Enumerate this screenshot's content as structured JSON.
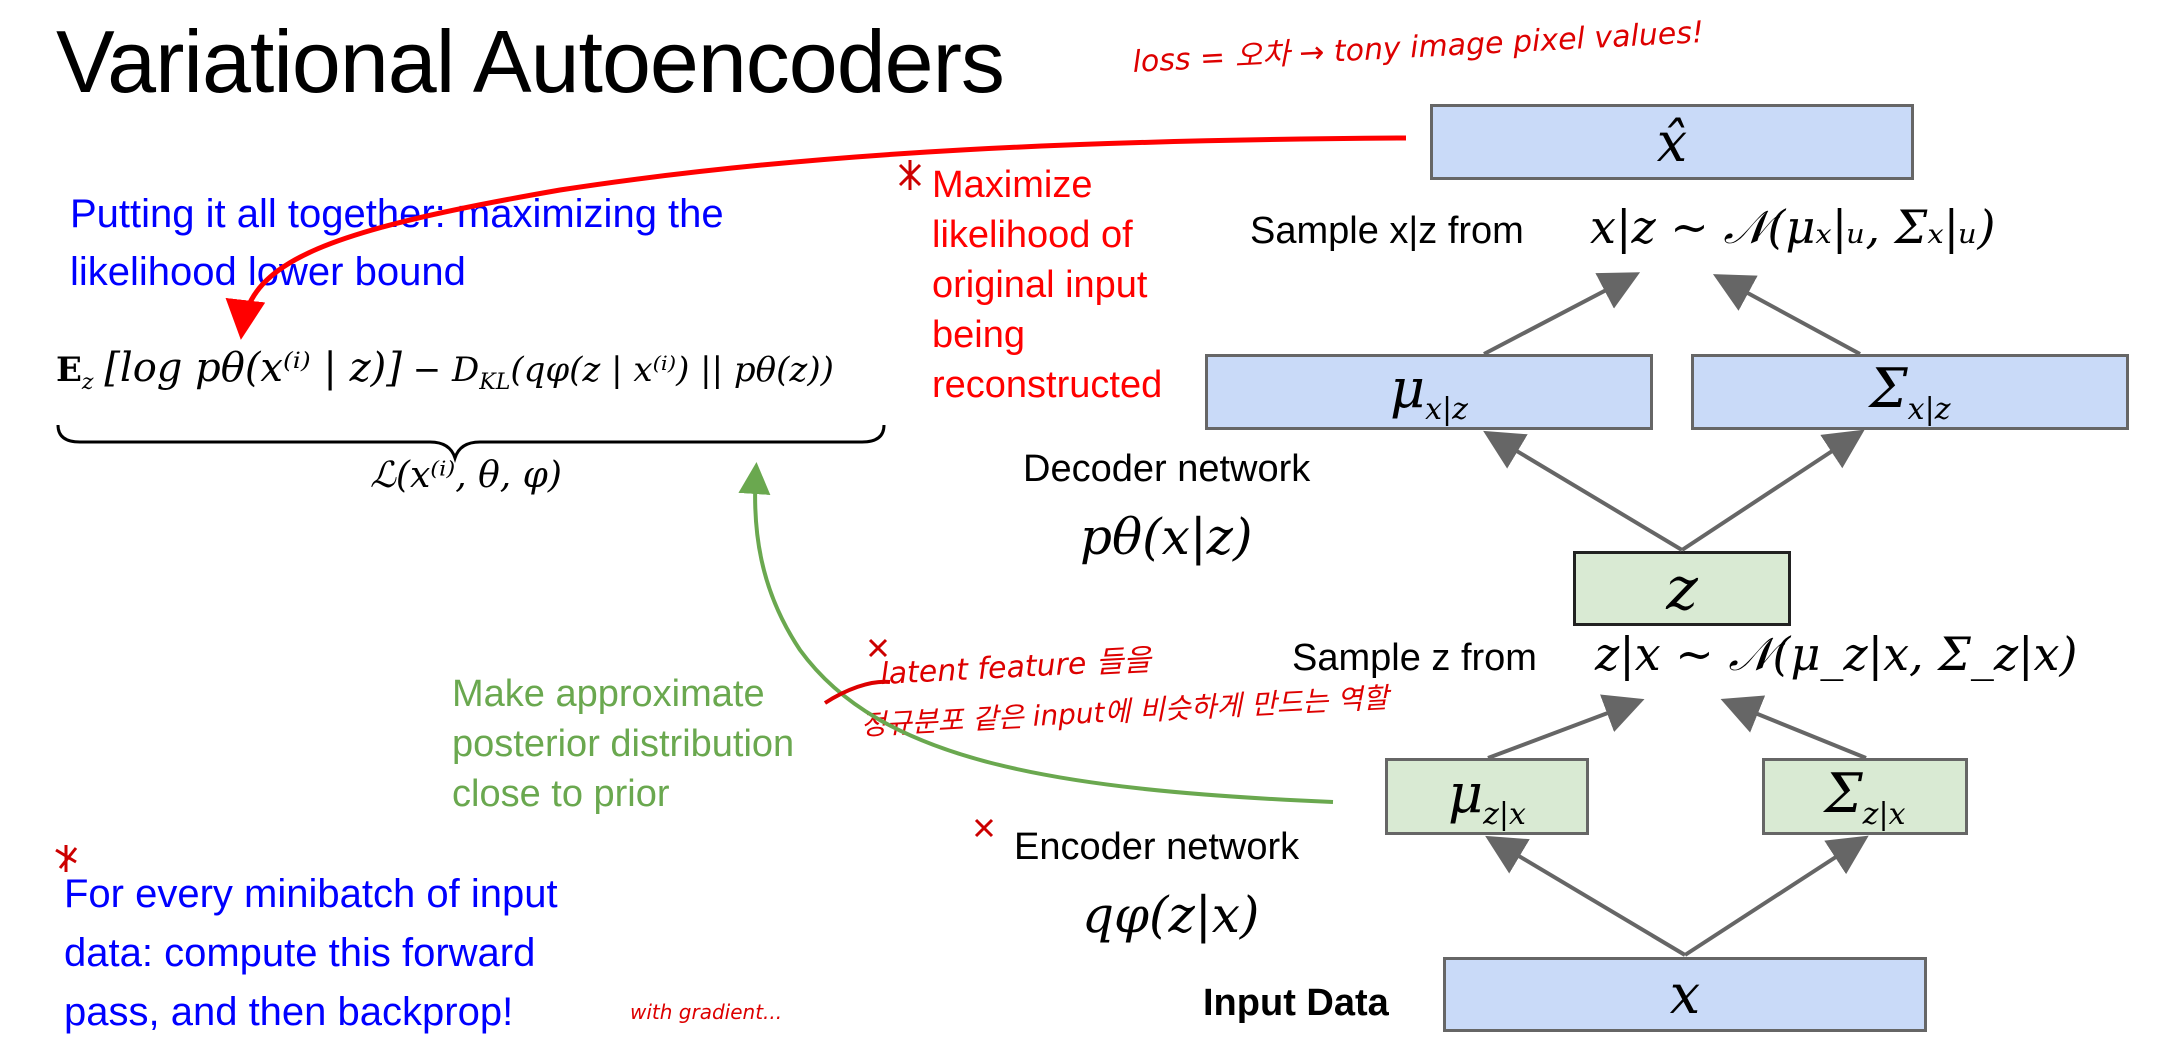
{
  "slide": {
    "title": "Variational Autoencoders",
    "intro": {
      "line1": "Putting it all together: maximizing the",
      "line2": "likelihood lower bound"
    },
    "formula": {
      "expectation": "E",
      "expectation_sub": "z",
      "bracket_term": "[log pθ(x⁽ⁱ⁾ | z)]",
      "minus": "−",
      "kl_term": "D",
      "kl_sub": "KL",
      "kl_args": "(qφ(z | x⁽ⁱ⁾) || pθ(z))",
      "lower_bound": "ℒ(x⁽ⁱ⁾, θ, φ)"
    },
    "maximize_note": [
      "Maximize",
      "likelihood of",
      "original input",
      "being",
      "reconstructed"
    ],
    "approx_note": [
      "Make approximate",
      "posterior distribution",
      "close to prior"
    ],
    "minibatch_note": [
      "For every minibatch of input",
      "data: compute this forward",
      "pass, and then backprop!"
    ]
  },
  "diagram": {
    "xhat_box": "x̂",
    "sample_xz_label": "Sample x|z from",
    "sample_xz_math": "x|z ~ 𝒩(μₓ|ᵤ, Σₓ|ᵤ)",
    "mu_xz_box": {
      "base": "μ",
      "sub": "x|z"
    },
    "sigma_xz_box": {
      "base": "Σ",
      "sub": "x|z"
    },
    "decoder_label": "Decoder network",
    "decoder_math": "pθ(x|z)",
    "z_box": "z",
    "sample_z_label": "Sample z from",
    "sample_z_math": "z|x ~ 𝒩(μ_z|x, Σ_z|x)",
    "mu_zx_box": {
      "base": "μ",
      "sub": "z|x"
    },
    "sigma_zx_box": {
      "base": "Σ",
      "sub": "z|x"
    },
    "encoder_label": "Encoder network",
    "encoder_math": "qφ(z|x)",
    "input_label": "Input Data",
    "x_box": "x",
    "colors": {
      "decoder_box_fill": "#c9daf8",
      "encoder_box_fill": "#d9ead3",
      "box_border": "#666666",
      "arrow": "#666666",
      "annotation_red": "#ff0000",
      "annotation_green": "#6aa84f",
      "annotation_blue": "#0000ff"
    }
  },
  "handwritten": {
    "top_note": "loss = 오차 → tony image pixel values!",
    "latent_note_line1": "latent feature 들을",
    "latent_note_line2": "정규분포 같은 input에 비슷하게 만드는 역할",
    "backprop_note": "with gradient..."
  }
}
